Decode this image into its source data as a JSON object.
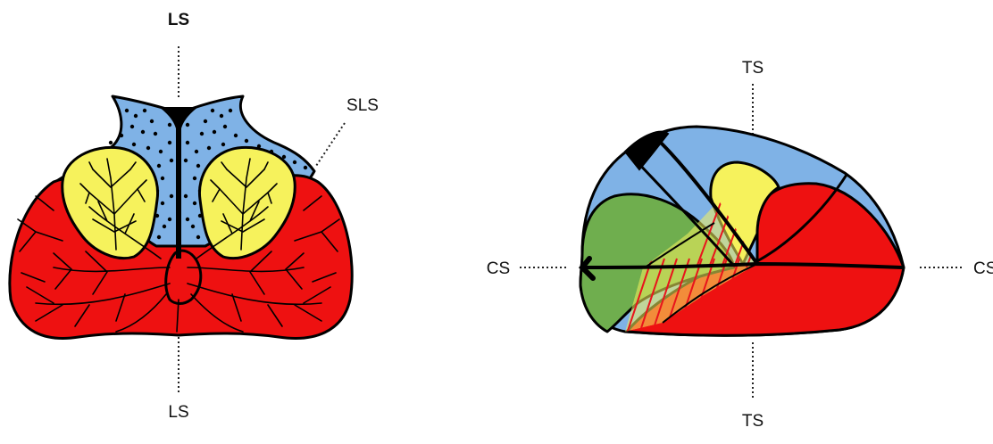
{
  "labels": {
    "left_top": "LS",
    "left_bottom": "LS",
    "left_side": "SLS",
    "right_top": "TS",
    "right_bottom": "TS",
    "right_left": "CS",
    "right_right": "CS"
  },
  "colors": {
    "red": "#ee1111",
    "blue": "#7fb2e6",
    "yellow": "#f6f25c",
    "green": "#6fae4e",
    "outline": "#000000",
    "hatch": "#e8141c"
  }
}
